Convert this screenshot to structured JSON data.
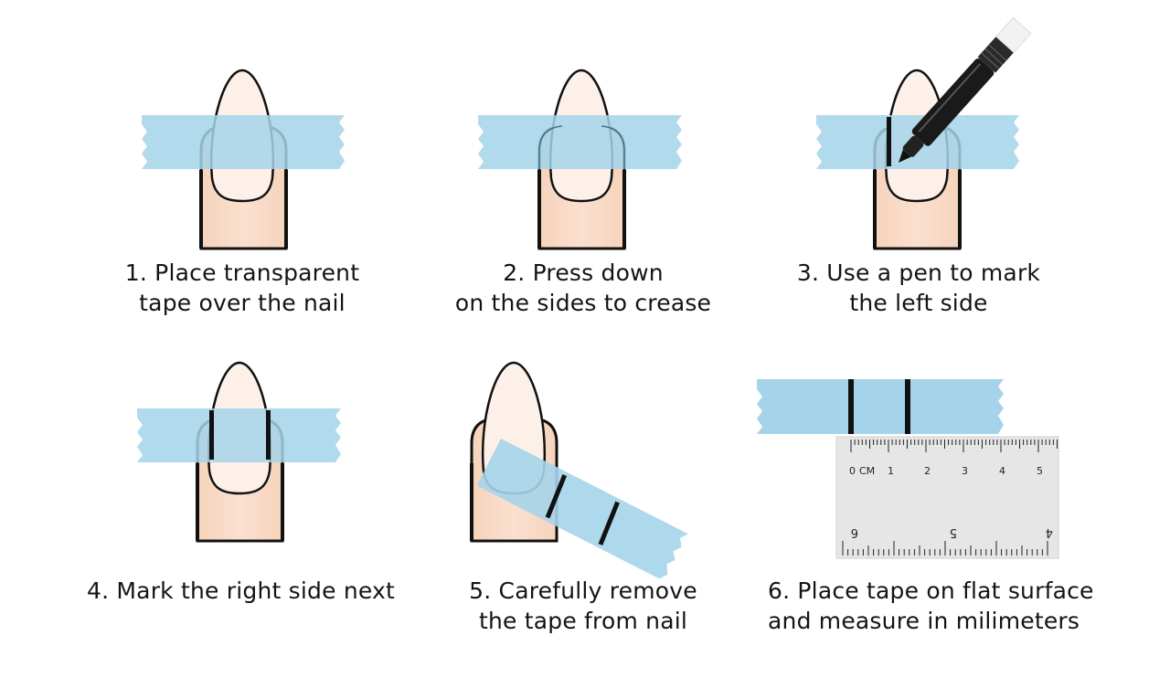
{
  "colors": {
    "skin": "#f7d9c4",
    "nail": "#fcf0e8",
    "tape": "#a5d4ea",
    "outline": "#111111",
    "ruler": "#e6e6e6",
    "text": "#141414"
  },
  "steps": [
    {
      "line1": "1. Place transparent",
      "line2": "tape over the nail"
    },
    {
      "line1": "2. Press down",
      "line2": "on the sides to crease"
    },
    {
      "line1": "3. Use a pen to mark",
      "line2": "the left side"
    },
    {
      "line1": "4. Mark the right side next",
      "line2": ""
    },
    {
      "line1": "5. Carefully remove",
      "line2": "the tape from nail"
    },
    {
      "line1": "6. Place tape on flat surface",
      "line2": "and measure in milimeters"
    }
  ],
  "ruler": {
    "unit_label": "CM",
    "top_numbers": [
      "0",
      "1",
      "2",
      "3",
      "4",
      "5"
    ],
    "bottom_numbers": [
      "6",
      "5",
      "4"
    ]
  }
}
